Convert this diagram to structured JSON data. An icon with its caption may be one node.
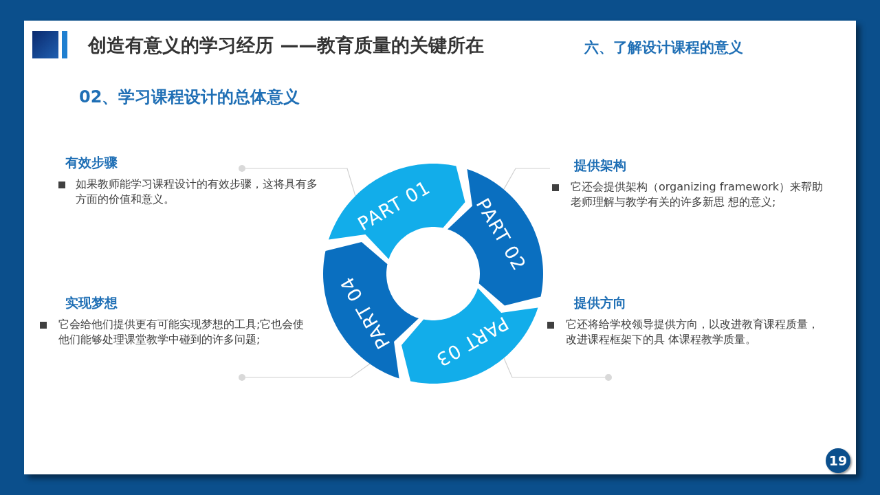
{
  "diagram": {
    "title": "创造有意义的学习经历 ——教育质量的关键所在",
    "nodes": [
      {
        "text": [
          "有效步骤",
          "如果教师能学习课程设计的有效步骤，这将具有多方面的价值和意义。"
        ]
      },
      {
        "text": [],
        "shape": "circle"
      },
      {
        "text": [
          "PART 01"
        ]
      },
      {
        "text": [
          "PART 02"
        ]
      },
      {
        "text": [
          "提供架构",
          "它还会提供架构（organizing framework）来帮助老师理解与教学有关的许多新思 想的意义;"
        ]
      },
      {
        "text": [
          "实现梦想",
          "它会给他们提供更有可能实现梦想的工具;它也会使他们能够处理课堂教学中碰到的许多问题;"
        ]
      },
      {
        "text": [
          "PART 04"
        ]
      },
      {
        "text": [
          "PART 03"
        ]
      },
      {
        "text": [
          "提供方向",
          "它还将给学校领导提供方向，以改进教育课程质量，改进课程框架下的具 体课程教学质量。"
        ]
      },
      {
        "text": [],
        "shape": "circle"
      },
      {
        "text": [],
        "shape": "circle"
      }
    ],
    "edges": [
      {
        "from": 1,
        "to": 2,
        "arrow": "none"
      },
      {
        "from": 4,
        "to": 3,
        "arrow": "none"
      },
      {
        "from": 9,
        "to": 6,
        "arrow": "none"
      },
      {
        "from": 10,
        "to": 7,
        "arrow": "none"
      }
    ],
    "labels": [
      "六、了解设计课程的意义",
      "02、学习课程设计的总体意义",
      "19"
    ]
  }
}
